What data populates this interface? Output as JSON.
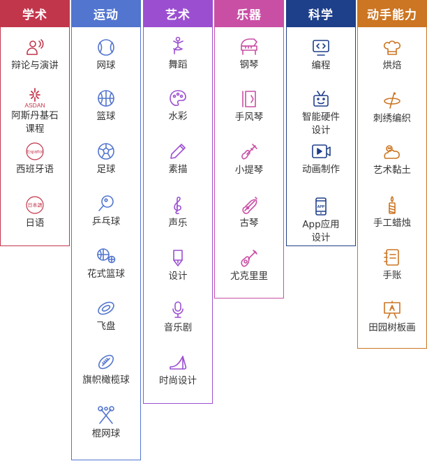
{
  "columns": [
    {
      "title": "学术",
      "color": "#c2364c",
      "items": [
        {
          "label": "辩论与演讲",
          "icon": "speaker-person-icon"
        },
        {
          "label": "阿斯丹基石课程",
          "icon": "asdan-logo-icon",
          "icon_text": "ASDAN"
        },
        {
          "label": "西班牙语",
          "icon": "spanish-stamp-icon",
          "icon_text": "Español"
        },
        {
          "label": "日语",
          "icon": "japanese-stamp-icon",
          "icon_text": "日本語"
        }
      ]
    },
    {
      "title": "运动",
      "color": "#5275cf",
      "items": [
        {
          "label": "网球",
          "icon": "tennis-ball-icon"
        },
        {
          "label": "篮球",
          "icon": "basketball-icon"
        },
        {
          "label": "足球",
          "icon": "soccer-ball-icon"
        },
        {
          "label": "乒乓球",
          "icon": "ping-pong-icon"
        },
        {
          "label": "花式篮球",
          "icon": "freestyle-basketball-icon"
        },
        {
          "label": "飞盘",
          "icon": "frisbee-icon"
        },
        {
          "label": "旗帜橄榄球",
          "icon": "football-icon"
        },
        {
          "label": "棍网球",
          "icon": "lacrosse-icon"
        }
      ]
    },
    {
      "title": "艺术",
      "color": "#9b4fd0",
      "items": [
        {
          "label": "舞蹈",
          "icon": "dancer-icon"
        },
        {
          "label": "水彩",
          "icon": "palette-icon"
        },
        {
          "label": "素描",
          "icon": "pencil-icon"
        },
        {
          "label": "声乐",
          "icon": "treble-clef-icon"
        },
        {
          "label": "设计",
          "icon": "design-tool-icon"
        },
        {
          "label": "音乐剧",
          "icon": "microphone-icon"
        },
        {
          "label": "时尚设计",
          "icon": "high-heel-icon"
        }
      ]
    },
    {
      "title": "乐器",
      "color": "#c94fa5",
      "items": [
        {
          "label": "钢琴",
          "icon": "piano-icon"
        },
        {
          "label": "手风琴",
          "icon": "accordion-icon"
        },
        {
          "label": "小提琴",
          "icon": "violin-icon"
        },
        {
          "label": "古琴",
          "icon": "guqin-icon"
        },
        {
          "label": "尤克里里",
          "icon": "ukulele-icon"
        }
      ]
    },
    {
      "title": "科学",
      "color": "#1e3f8a",
      "items": [
        {
          "label": "编程",
          "icon": "code-screen-icon"
        },
        {
          "label": "智能硬件设计",
          "icon": "robot-tv-icon"
        },
        {
          "label": "动画制作",
          "icon": "video-camera-icon"
        },
        {
          "label": "App应用设计",
          "icon": "phone-app-icon",
          "icon_text": "APP"
        }
      ]
    },
    {
      "title": "动手能力",
      "color": "#cc7522",
      "items": [
        {
          "label": "烘焙",
          "icon": "chef-hat-icon"
        },
        {
          "label": "刺绣编织",
          "icon": "needle-thread-icon"
        },
        {
          "label": "艺术黏土",
          "icon": "clay-icon"
        },
        {
          "label": "手工蜡烛",
          "icon": "candle-icon"
        },
        {
          "label": "手账",
          "icon": "notebook-icon"
        },
        {
          "label": "田园树板画",
          "icon": "easel-painting-icon"
        }
      ]
    }
  ]
}
